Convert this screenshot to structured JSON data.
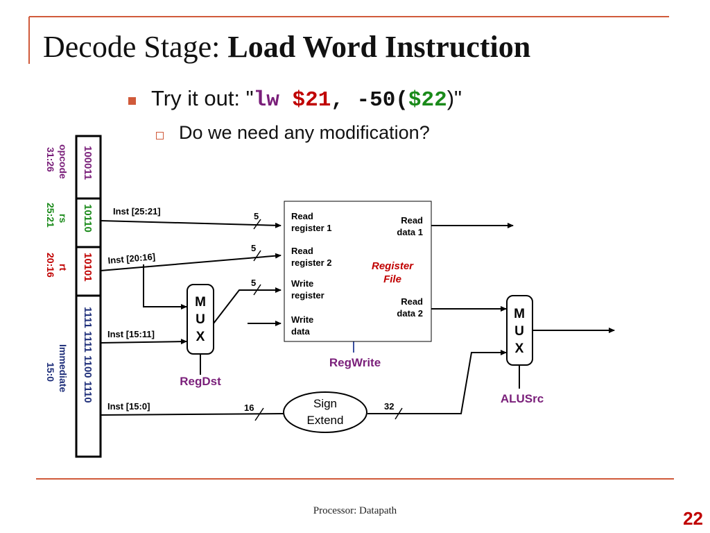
{
  "slide": {
    "title_prefix": "Decode Stage: ",
    "title_main": "Load Word Instruction",
    "bullet1_prefix": "Try it out: \"",
    "bullet1_lw": "lw ",
    "bullet1_r21": "$21",
    "bullet1_mid": ", -50(",
    "bullet1_r22": "$22",
    "bullet1_suffix": ")\"",
    "bullet2": "Do we need any modification?",
    "footer": "Processor: Datapath",
    "page_number": "22"
  },
  "colors": {
    "accent_orange": "#d05a3a",
    "purple": "#7a1f7a",
    "red": "#c00000",
    "green": "#1a8a1a",
    "navy": "#1f2f7a"
  },
  "diagram": {
    "fields": [
      {
        "bits": "100011",
        "label": "opcode",
        "range": "31:26",
        "color": "#7a1f7a"
      },
      {
        "bits": "10110",
        "label": "rs",
        "range": "25:21",
        "color": "#1a8a1a"
      },
      {
        "bits": "10101",
        "label": "rt",
        "range": "20:16",
        "color": "#c00000"
      },
      {
        "bits": "1111 1111 1100 1110",
        "label": "Immediate",
        "range": "15:0",
        "color": "#1f2f7a"
      }
    ],
    "inst_labels": {
      "i25_21": "Inst [25:21]",
      "i20_16": "Inst [20:16]",
      "i15_11": "Inst [15:11]",
      "i15_0": "Inst [15:0]"
    },
    "bus_widths": {
      "w5": "5",
      "w16": "16",
      "w32": "32"
    },
    "register_file": {
      "read_register_1": [
        "Read",
        "register 1"
      ],
      "read_register_2": [
        "Read",
        "register 2"
      ],
      "write_register": [
        "Write",
        "register"
      ],
      "write_data": [
        "Write",
        "data"
      ],
      "read_data_1": [
        "Read",
        "data 1"
      ],
      "read_data_2": [
        "Read",
        "data 2"
      ],
      "name": [
        "Register",
        "File"
      ]
    },
    "mux_letters": [
      "M",
      "U",
      "X"
    ],
    "sign_extend": [
      "Sign",
      "Extend"
    ],
    "control_signals": {
      "regdst": "RegDst",
      "regwrite": "RegWrite",
      "alusrc": "ALUSrc"
    }
  }
}
